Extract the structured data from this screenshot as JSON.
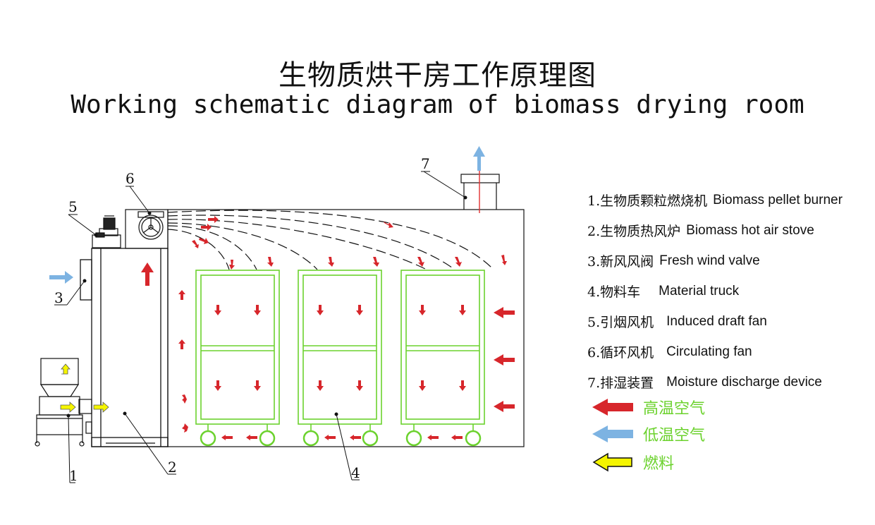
{
  "title_cn": "生物质烘干房工作原理图",
  "title_en": "Working schematic diagram of biomass drying room",
  "callouts": [
    "1",
    "2",
    "3",
    "4",
    "5",
    "6",
    "7"
  ],
  "legend": [
    {
      "num": "1.",
      "cn": "生物质颗粒燃烧机",
      "en": "Biomass pellet burner"
    },
    {
      "num": "2.",
      "cn": "生物质热风炉",
      "en": "Biomass hot air stove"
    },
    {
      "num": "3.",
      "cn": "新风风阀",
      "en": "Fresh wind  valve"
    },
    {
      "num": "4.",
      "cn": "物料车",
      "en": "Material truck"
    },
    {
      "num": "5.",
      "cn": "引烟风机",
      "en": "Induced draft fan"
    },
    {
      "num": "6.",
      "cn": "循环风机",
      "en": "Circulating fan"
    },
    {
      "num": "7.",
      "cn": "排湿装置",
      "en": "Moisture discharge device"
    }
  ],
  "keys": [
    {
      "label": "高温空气",
      "color": "#d7262b"
    },
    {
      "label": "低温空气",
      "color": "#7db3e2"
    },
    {
      "label": "燃料",
      "color": "#f5f500"
    }
  ]
}
